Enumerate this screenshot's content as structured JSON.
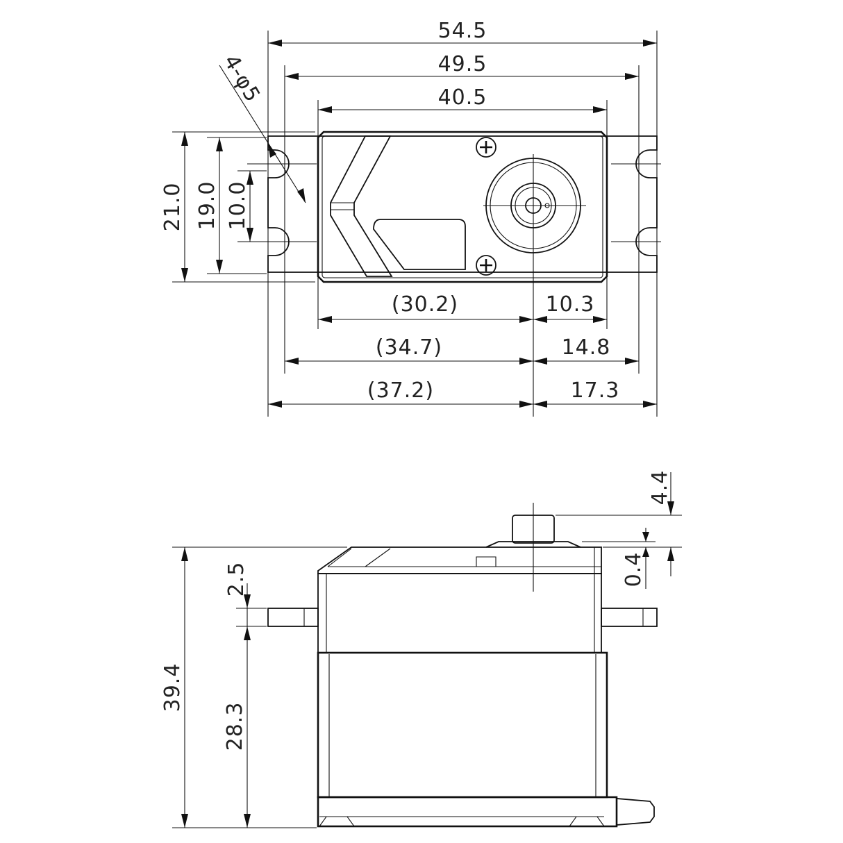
{
  "top_view": {
    "overall_width": "54.5",
    "mount_hole_spacing": "49.5",
    "case_width": "40.5",
    "hole_callout": "4-φ5",
    "height_overall": "21.0",
    "height_holes": "19.0",
    "hole_pitch": "10.0",
    "case_to_shaft": "(30.2)",
    "shaft_to_case": "10.3",
    "hole_to_shaft": "(34.7)",
    "shaft_to_hole": "14.8",
    "edge_to_shaft": "(37.2)",
    "shaft_to_edge": "17.3"
  },
  "side_view": {
    "overall_height": "39.4",
    "flange_offset": "2.5",
    "below_flange": "28.3",
    "spline_height": "4.4",
    "boss_height": "0.4"
  }
}
